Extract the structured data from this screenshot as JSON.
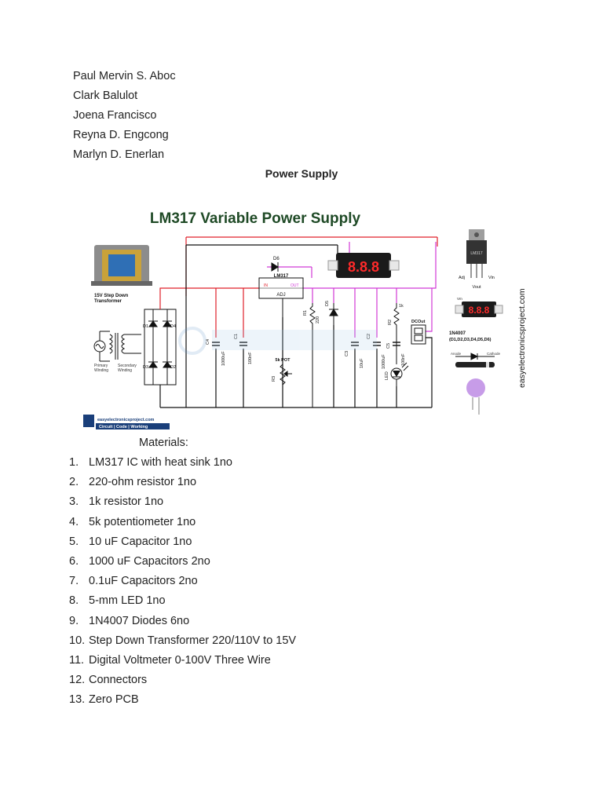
{
  "authors": [
    "Paul Mervin S. Aboc",
    "Clark Balulot",
    "Joena Francisco",
    "Reyna D. Engcong",
    "Marlyn D. Enerlan"
  ],
  "section_title": "Power Supply",
  "figure": {
    "title": "LM317 Variable Power Supply",
    "vertical_credit": "easyelectronicsproject.com",
    "transformer_label_1": "15V Step Down",
    "transformer_label_2": "Transformer",
    "primary_label": "Primary",
    "primary_label_2": "Winding",
    "secondary_label": "Secondary",
    "secondary_label_2": "Winding",
    "ic_label": "LM317",
    "ic_adj": "ADJ",
    "ic_in": "IN",
    "ic_out": "OUT",
    "display_value": "8.8.8",
    "d1": "D1",
    "d2": "D2",
    "d3": "D3",
    "d4": "D4",
    "d5": "D5",
    "d6": "D6",
    "r1": "R1",
    "r1_val": "220",
    "r2": "R2",
    "r2_val": "1k",
    "r3": "R3",
    "pot_label": "5k POT",
    "c1": "C1",
    "c1_val": "100nF",
    "c2": "C2",
    "c2_val": "1000uF",
    "c3": "C3",
    "c3_val": "10uF",
    "c4": "C4",
    "c4_val": "1000uF",
    "c5": "C5",
    "c5_val": "100nF",
    "led_label": "LED",
    "dc_out": "DCOut",
    "pinout_adj": "Adj",
    "pinout_vin": "Vin",
    "pinout_vout": "Vout",
    "diode_part": "1N4007",
    "diode_list": "(D1,D2,D3,D4,D5,D6)",
    "anode": "Anode",
    "cathode": "Cathode",
    "vm_label": "Vm",
    "logo_site": "easyelectronicsproject.com",
    "logo_tagline": "Circuit | Code | Working",
    "colors": {
      "red_wire": "#e0202a",
      "magenta_wire": "#d13ad6",
      "black_wire": "#111111",
      "title_green": "#1f4a26"
    }
  },
  "materials": {
    "heading": "Materials:",
    "items": [
      {
        "num": "1.",
        "text": "LM317 IC with heat sink 1no"
      },
      {
        "num": "2.",
        "text": "220-ohm resistor 1no"
      },
      {
        "num": "3.",
        "text": "1k resistor 1no"
      },
      {
        "num": "4.",
        "text": "5k potentiometer 1no"
      },
      {
        "num": "5.",
        "text": "10 uF Capacitor 1no"
      },
      {
        "num": "6.",
        "text": "1000 uF Capacitors 2no"
      },
      {
        "num": "7.",
        "text": "0.1uF Capacitors 2no"
      },
      {
        "num": "8.",
        "text": "5-mm LED 1no"
      },
      {
        "num": "9.",
        "text": "1N4007 Diodes 6no"
      },
      {
        "num": "10.",
        "text": "Step Down Transformer 220/110V to 15V"
      },
      {
        "num": "11.",
        "text": "Digital Voltmeter 0-100V Three Wire"
      },
      {
        "num": "12.",
        "text": "Connectors"
      },
      {
        "num": "13.",
        "text": "Zero PCB"
      }
    ]
  }
}
